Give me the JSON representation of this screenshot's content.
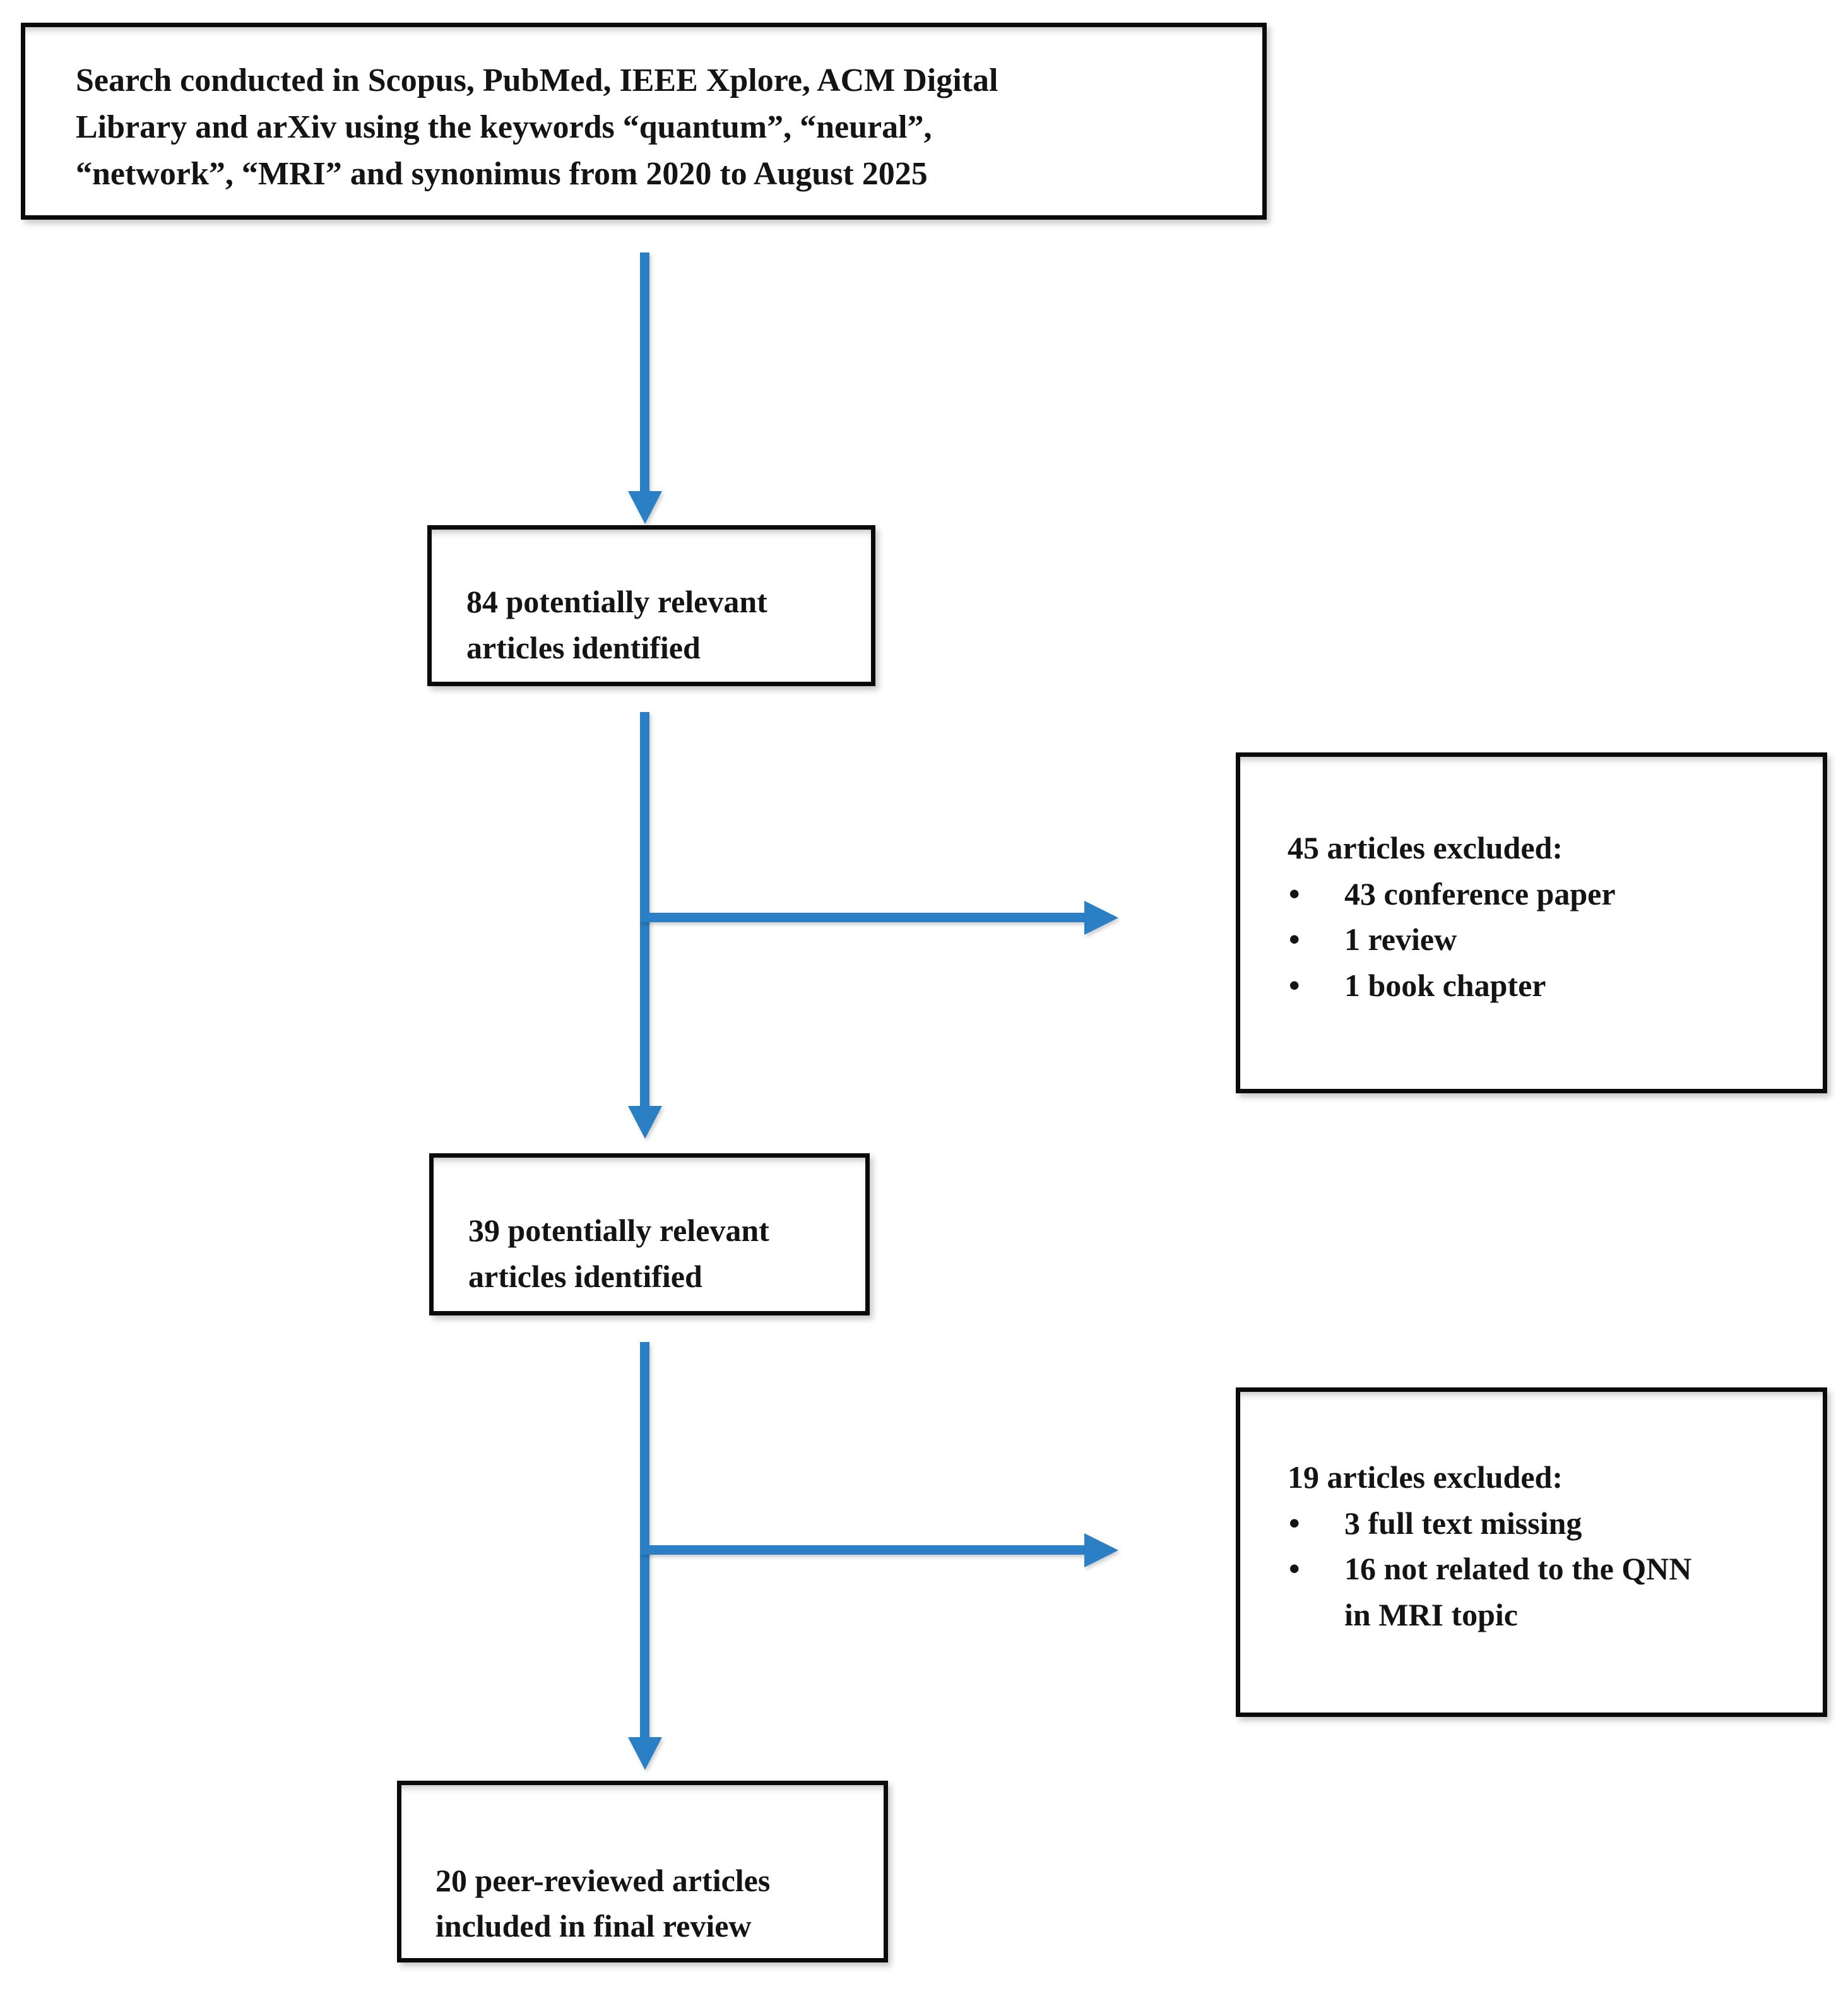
{
  "colors": {
    "arrow": "#2b7fc4",
    "box_border": "#0a0a0a",
    "text": "#141414",
    "background": "#ffffff"
  },
  "flowchart": {
    "search_box": {
      "text": "Search conducted in Scopus, PubMed, IEEE Xplore, ACM Digital\nLibrary and arXiv using the keywords “quantum”, “neural”,\n“network”, “MRI” and synonimus from 2020 to August 2025"
    },
    "identified_box": {
      "text": "84 potentially relevant\narticles identified"
    },
    "excluded_box_1": {
      "title": "45 articles excluded:",
      "items": [
        "43 conference paper",
        "1 review",
        "1 book chapter"
      ]
    },
    "screened_box": {
      "text": "39 potentially relevant\narticles identified"
    },
    "excluded_box_2": {
      "title": "19 articles excluded:",
      "items": [
        "3 full text missing",
        "16 not related to the QNN\nin MRI topic"
      ]
    },
    "included_box": {
      "text": "20 peer-reviewed articles\nincluded in final review"
    }
  }
}
